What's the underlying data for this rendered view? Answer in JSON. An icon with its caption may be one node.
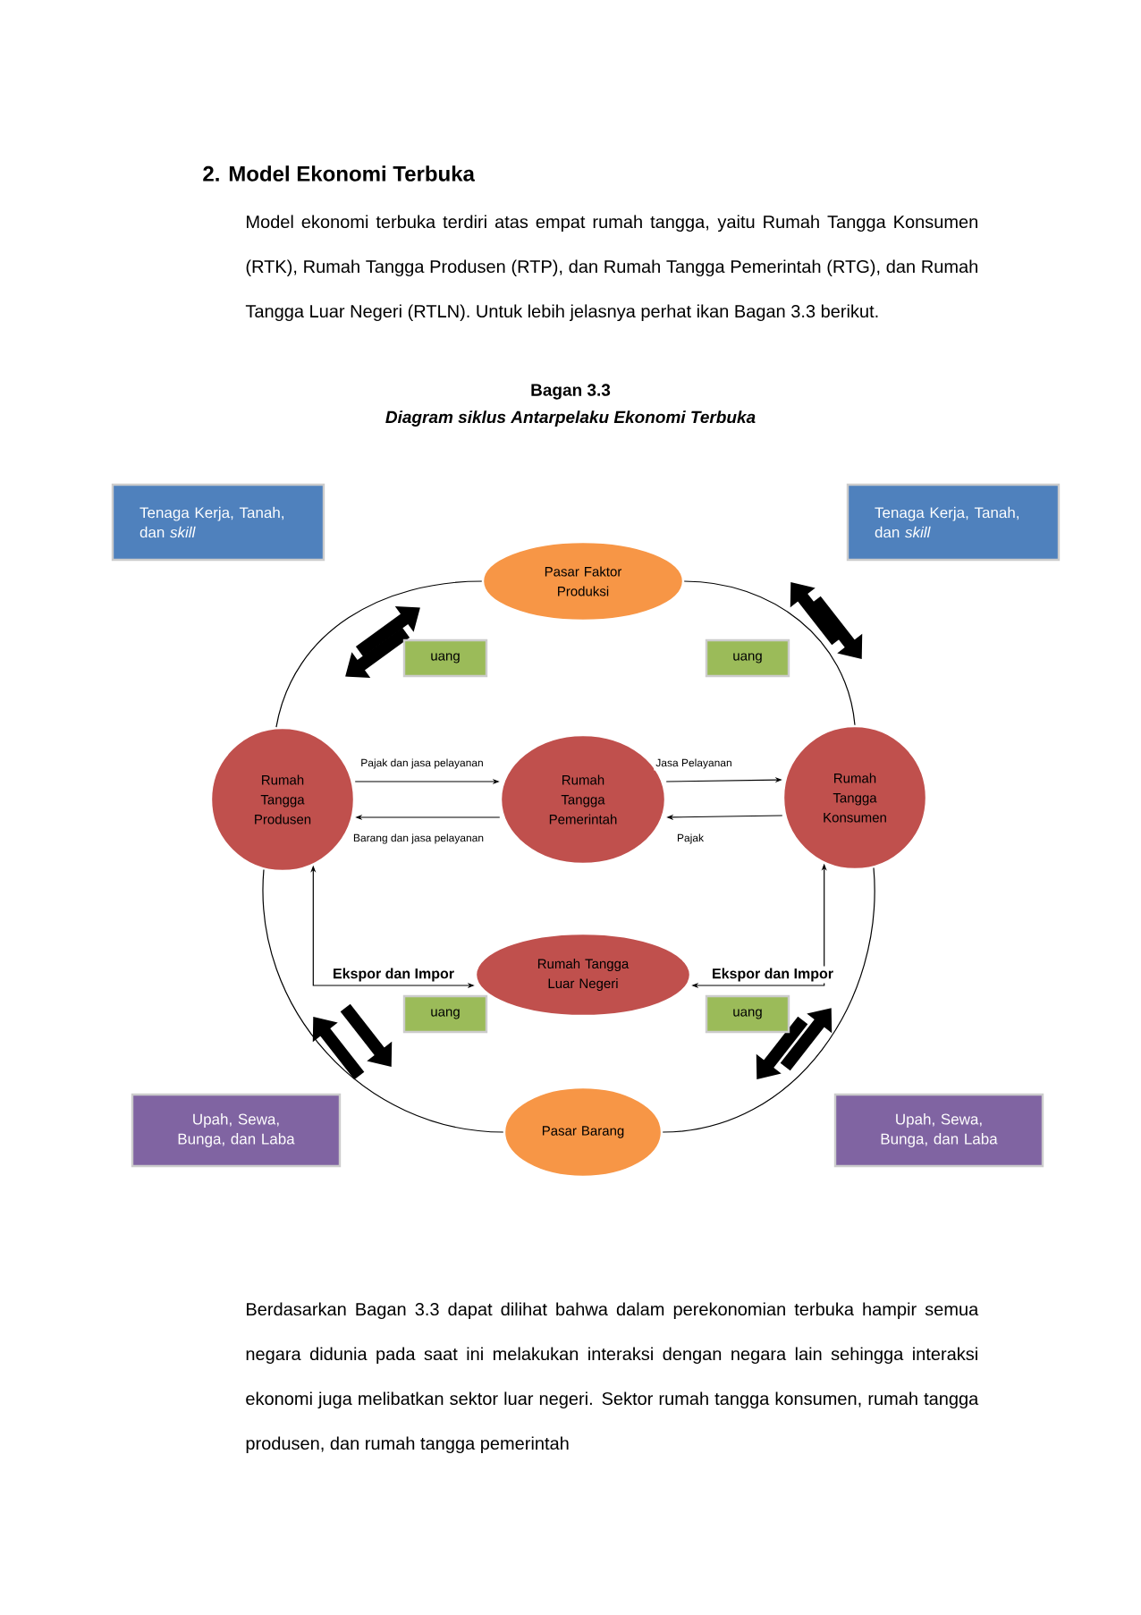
{
  "diagram": {
    "nodes": [
      {
        "text": [
          "Pasar Faktor Produksi"
        ]
      },
      {
        "text": [
          "Rumah Tangga Produsen"
        ]
      },
      {
        "text": [
          "Rumah Tangga Pemerintah"
        ]
      },
      {
        "text": [
          "Rumah Tangga Konsumen"
        ]
      },
      {
        "text": [
          "Rumah Tangga Luar Negeri"
        ]
      },
      {
        "text": [
          "Pasar Barang"
        ]
      },
      {
        "text": [
          "Tenaga Kerja, Tanah, dan *skill*"
        ]
      },
      {
        "text": [
          "Tenaga Kerja, Tanah, dan *skill*"
        ]
      },
      {
        "text": [
          "uang"
        ]
      },
      {
        "text": [
          "uang"
        ]
      },
      {
        "text": [
          "uang"
        ]
      },
      {
        "text": [
          "uang"
        ]
      },
      {
        "text": [
          "Upah, Sewa, Bunga, dan Laba"
        ]
      },
      {
        "text": [
          "Upah, Sewa, Bunga, dan Laba"
        ]
      }
    ],
    "edges": [
      {
        "from": 1,
        "to": 0,
        "arrow": "none"
      },
      {
        "from": 0,
        "to": 3,
        "arrow": "none"
      },
      {
        "from": 1,
        "to": 5,
        "arrow": "none"
      },
      {
        "from": 5,
        "to": 3,
        "arrow": "none"
      },
      {
        "from": 1,
        "to": 2,
        "arrow": "to",
        "label": "Pajak dan jasa pelayanan"
      },
      {
        "from": 2,
        "to": 3,
        "arrow": "to",
        "label": "Jasa Pelayanan"
      },
      {
        "from": 2,
        "to": 1,
        "arrow": "to",
        "label": "Barang dan jasa pelayanan"
      },
      {
        "from": 3,
        "to": 2,
        "arrow": "to",
        "label": "Pajak"
      },
      {
        "from": 1,
        "to": 4,
        "arrow": "both",
        "label": "Ekspor dan Impor"
      },
      {
        "from": 3,
        "to": 4,
        "arrow": "both",
        "label": "Ekspor dan Impor"
      }
    ],
    "labels": [
      "2. Model Ekonomi Terbuka",
      "Model ekonomi terbuka terdiri atas empat rumah tangga, yaitu Rumah Tangga Konsumen (RTK), Rumah Tangga Produsen (RTP), dan Rumah Tangga Pemerintah (RTG), dan Rumah Tangga Luar Negeri (RTLN). Untuk lebih jelasnya perhat ikan Bagan 3.3 berikut.",
      "Bagan 3.3",
      "Diagram siklus Antarpelaku Ekonomi Terbuka",
      "Berdasarkan Bagan 3.3 dapat dilihat bahwa dalam perekonomian terbuka hampir semua negara didunia pada saat ini melakukan interaksi dengan negara lain sehingga interaksi ekonomi juga melibatkan sektor luar negeri. Sektor rumah tangga konsumen, rumah tangga produsen, dan rumah tangga pemerintah"
    ]
  }
}
